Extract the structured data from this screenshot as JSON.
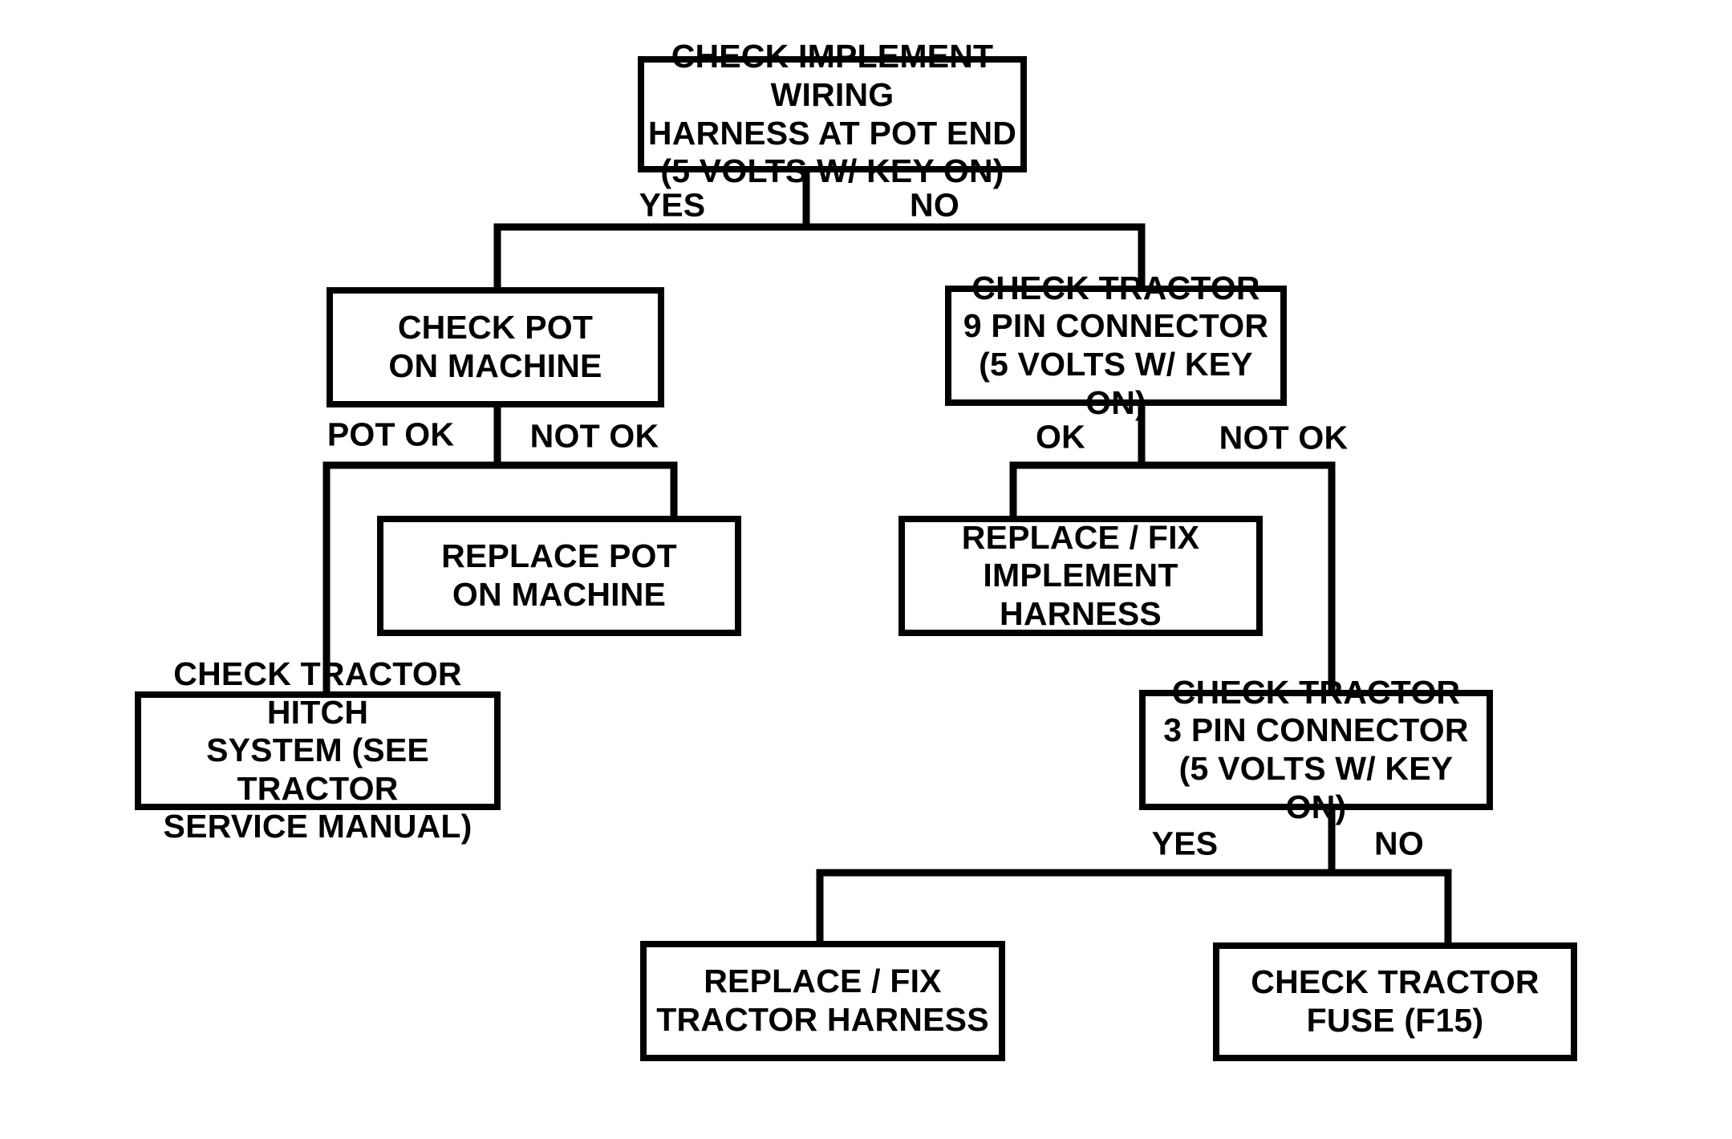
{
  "diagram": {
    "type": "flowchart",
    "description": "Troubleshooting decision tree for implement wiring harness / pot voltage",
    "nodes": {
      "root": {
        "text": "CHECK IMPLEMENT WIRING\nHARNESS AT POT END\n(5 VOLTS W/ KEY ON)"
      },
      "check_pot": {
        "text": "CHECK POT\nON MACHINE"
      },
      "nine_pin": {
        "text": "CHECK TRACTOR\n9 PIN CONNECTOR\n(5 VOLTS W/ KEY ON)"
      },
      "replace_pot": {
        "text": "REPLACE POT\nON MACHINE"
      },
      "fix_implement": {
        "text": "REPLACE / FIX\nIMPLEMENT HARNESS"
      },
      "hitch": {
        "text": "CHECK TRACTOR HITCH\nSYSTEM (SEE TRACTOR\nSERVICE MANUAL)"
      },
      "three_pin": {
        "text": "CHECK TRACTOR\n3 PIN CONNECTOR\n(5 VOLTS W/ KEY ON)"
      },
      "fix_tractor": {
        "text": "REPLACE / FIX\nTRACTOR HARNESS"
      },
      "fuse": {
        "text": "CHECK TRACTOR\nFUSE (F15)"
      }
    },
    "edge_labels": {
      "root_yes": "YES",
      "root_no": "NO",
      "pot_ok": "POT OK",
      "pot_not_ok": "NOT OK",
      "nine_ok": "OK",
      "nine_not_ok": "NOT OK",
      "three_yes": "YES",
      "three_no": "NO"
    },
    "edges": [
      {
        "from": "root",
        "label": "YES",
        "to": "check_pot"
      },
      {
        "from": "root",
        "label": "NO",
        "to": "nine_pin"
      },
      {
        "from": "check_pot",
        "label": "POT OK",
        "to": "hitch"
      },
      {
        "from": "check_pot",
        "label": "NOT OK",
        "to": "replace_pot"
      },
      {
        "from": "nine_pin",
        "label": "OK",
        "to": "fix_implement"
      },
      {
        "from": "nine_pin",
        "label": "NOT OK",
        "to": "three_pin"
      },
      {
        "from": "three_pin",
        "label": "YES",
        "to": "fix_tractor"
      },
      {
        "from": "three_pin",
        "label": "NO",
        "to": "fuse"
      }
    ],
    "colors": {
      "line": "#000000",
      "background": "#ffffff",
      "text": "#000000"
    }
  }
}
